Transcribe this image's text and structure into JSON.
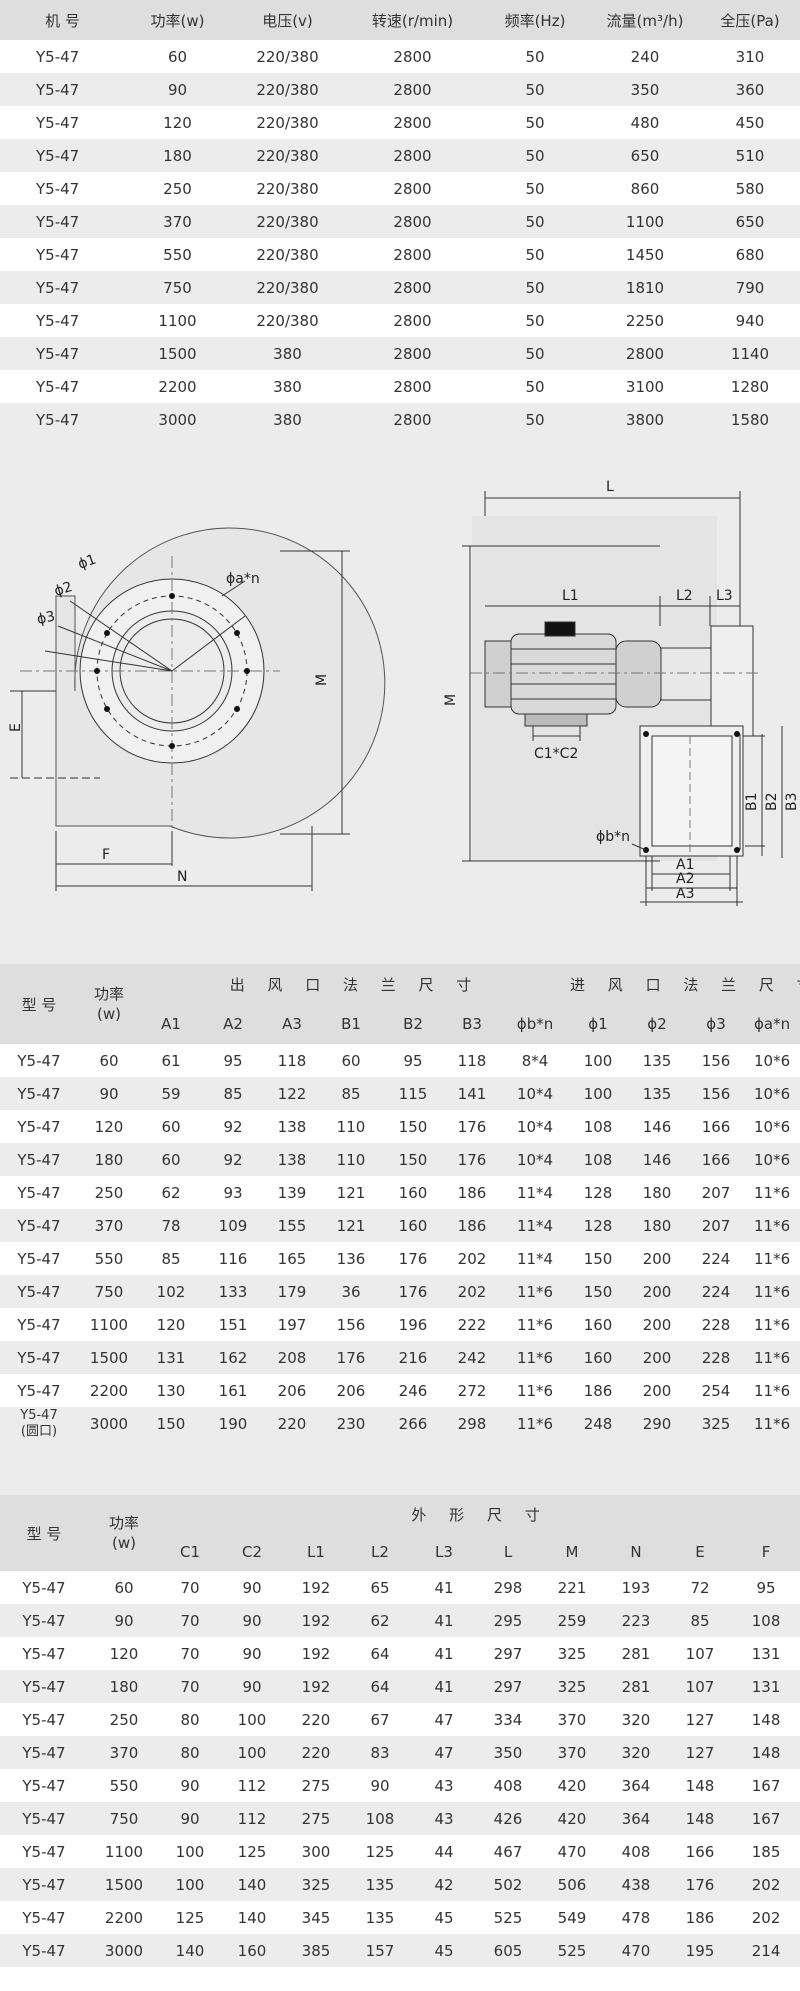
{
  "table1": {
    "headers": [
      "机 号",
      "功率(w)",
      "电压(v)",
      "转速(r/min)",
      "频率(Hz)",
      "流量(m³/h)",
      "全压(Pa)"
    ],
    "rows": [
      [
        "Y5-47",
        "60",
        "220/380",
        "2800",
        "50",
        "240",
        "310"
      ],
      [
        "Y5-47",
        "90",
        "220/380",
        "2800",
        "50",
        "350",
        "360"
      ],
      [
        "Y5-47",
        "120",
        "220/380",
        "2800",
        "50",
        "480",
        "450"
      ],
      [
        "Y5-47",
        "180",
        "220/380",
        "2800",
        "50",
        "650",
        "510"
      ],
      [
        "Y5-47",
        "250",
        "220/380",
        "2800",
        "50",
        "860",
        "580"
      ],
      [
        "Y5-47",
        "370",
        "220/380",
        "2800",
        "50",
        "1100",
        "650"
      ],
      [
        "Y5-47",
        "550",
        "220/380",
        "2800",
        "50",
        "1450",
        "680"
      ],
      [
        "Y5-47",
        "750",
        "220/380",
        "2800",
        "50",
        "1810",
        "790"
      ],
      [
        "Y5-47",
        "1100",
        "220/380",
        "2800",
        "50",
        "2250",
        "940"
      ],
      [
        "Y5-47",
        "1500",
        "380",
        "2800",
        "50",
        "2800",
        "1140"
      ],
      [
        "Y5-47",
        "2200",
        "380",
        "2800",
        "50",
        "3100",
        "1280"
      ],
      [
        "Y5-47",
        "3000",
        "380",
        "2800",
        "50",
        "3800",
        "1580"
      ]
    ]
  },
  "diagram": {
    "left_labels": {
      "phi1": "ϕ1",
      "phi2": "ϕ2",
      "phi3": "ϕ3",
      "phia": "ϕa*n",
      "M": "M",
      "E": "E",
      "F": "F",
      "N": "N"
    },
    "right_labels": {
      "L": "L",
      "L1": "L1",
      "L2": "L2",
      "L3": "L3",
      "M": "M",
      "C": "C1*C2",
      "phib": "ϕb*n",
      "A1": "A1",
      "A2": "A2",
      "A3": "A3",
      "B1": "B1",
      "B2": "B2",
      "B3": "B3"
    }
  },
  "table2": {
    "h_model": "型 号",
    "h_power": "功率\n(w)",
    "h_out": "出 风 口 法 兰 尺 寸",
    "h_in": "进 风 口 法 兰 尺 寸",
    "sub": [
      "A1",
      "A2",
      "A3",
      "B1",
      "B2",
      "B3",
      "ϕb*n",
      "ϕ1",
      "ϕ2",
      "ϕ3",
      "ϕa*n"
    ],
    "rows": [
      [
        "Y5-47",
        "60",
        "61",
        "95",
        "118",
        "60",
        "95",
        "118",
        "8*4",
        "100",
        "135",
        "156",
        "10*6"
      ],
      [
        "Y5-47",
        "90",
        "59",
        "85",
        "122",
        "85",
        "115",
        "141",
        "10*4",
        "100",
        "135",
        "156",
        "10*6"
      ],
      [
        "Y5-47",
        "120",
        "60",
        "92",
        "138",
        "110",
        "150",
        "176",
        "10*4",
        "108",
        "146",
        "166",
        "10*6"
      ],
      [
        "Y5-47",
        "180",
        "60",
        "92",
        "138",
        "110",
        "150",
        "176",
        "10*4",
        "108",
        "146",
        "166",
        "10*6"
      ],
      [
        "Y5-47",
        "250",
        "62",
        "93",
        "139",
        "121",
        "160",
        "186",
        "11*4",
        "128",
        "180",
        "207",
        "11*6"
      ],
      [
        "Y5-47",
        "370",
        "78",
        "109",
        "155",
        "121",
        "160",
        "186",
        "11*4",
        "128",
        "180",
        "207",
        "11*6"
      ],
      [
        "Y5-47",
        "550",
        "85",
        "116",
        "165",
        "136",
        "176",
        "202",
        "11*4",
        "150",
        "200",
        "224",
        "11*6"
      ],
      [
        "Y5-47",
        "750",
        "102",
        "133",
        "179",
        "36",
        "176",
        "202",
        "11*6",
        "150",
        "200",
        "224",
        "11*6"
      ],
      [
        "Y5-47",
        "1100",
        "120",
        "151",
        "197",
        "156",
        "196",
        "222",
        "11*6",
        "160",
        "200",
        "228",
        "11*6"
      ],
      [
        "Y5-47",
        "1500",
        "131",
        "162",
        "208",
        "176",
        "216",
        "242",
        "11*6",
        "160",
        "200",
        "228",
        "11*6"
      ],
      [
        "Y5-47",
        "2200",
        "130",
        "161",
        "206",
        "206",
        "246",
        "272",
        "11*6",
        "186",
        "200",
        "254",
        "11*6"
      ],
      [
        "Y5-47\n(圆口)",
        "3000",
        "150",
        "190",
        "220",
        "230",
        "266",
        "298",
        "11*6",
        "248",
        "290",
        "325",
        "11*6"
      ]
    ]
  },
  "table3": {
    "h_model": "型 号",
    "h_power": "功率\n(w)",
    "h_group": "外 形 尺 寸",
    "sub": [
      "C1",
      "C2",
      "L1",
      "L2",
      "L3",
      "L",
      "M",
      "N",
      "E",
      "F"
    ],
    "rows": [
      [
        "Y5-47",
        "60",
        "70",
        "90",
        "192",
        "65",
        "41",
        "298",
        "221",
        "193",
        "72",
        "95"
      ],
      [
        "Y5-47",
        "90",
        "70",
        "90",
        "192",
        "62",
        "41",
        "295",
        "259",
        "223",
        "85",
        "108"
      ],
      [
        "Y5-47",
        "120",
        "70",
        "90",
        "192",
        "64",
        "41",
        "297",
        "325",
        "281",
        "107",
        "131"
      ],
      [
        "Y5-47",
        "180",
        "70",
        "90",
        "192",
        "64",
        "41",
        "297",
        "325",
        "281",
        "107",
        "131"
      ],
      [
        "Y5-47",
        "250",
        "80",
        "100",
        "220",
        "67",
        "47",
        "334",
        "370",
        "320",
        "127",
        "148"
      ],
      [
        "Y5-47",
        "370",
        "80",
        "100",
        "220",
        "83",
        "47",
        "350",
        "370",
        "320",
        "127",
        "148"
      ],
      [
        "Y5-47",
        "550",
        "90",
        "112",
        "275",
        "90",
        "43",
        "408",
        "420",
        "364",
        "148",
        "167"
      ],
      [
        "Y5-47",
        "750",
        "90",
        "112",
        "275",
        "108",
        "43",
        "426",
        "420",
        "364",
        "148",
        "167"
      ],
      [
        "Y5-47",
        "1100",
        "100",
        "125",
        "300",
        "125",
        "44",
        "467",
        "470",
        "408",
        "166",
        "185"
      ],
      [
        "Y5-47",
        "1500",
        "100",
        "140",
        "325",
        "135",
        "42",
        "502",
        "506",
        "438",
        "176",
        "202"
      ],
      [
        "Y5-47",
        "2200",
        "125",
        "140",
        "345",
        "135",
        "45",
        "525",
        "549",
        "478",
        "186",
        "202"
      ],
      [
        "Y5-47",
        "3000",
        "140",
        "160",
        "385",
        "157",
        "45",
        "605",
        "525",
        "470",
        "195",
        "214"
      ]
    ]
  }
}
